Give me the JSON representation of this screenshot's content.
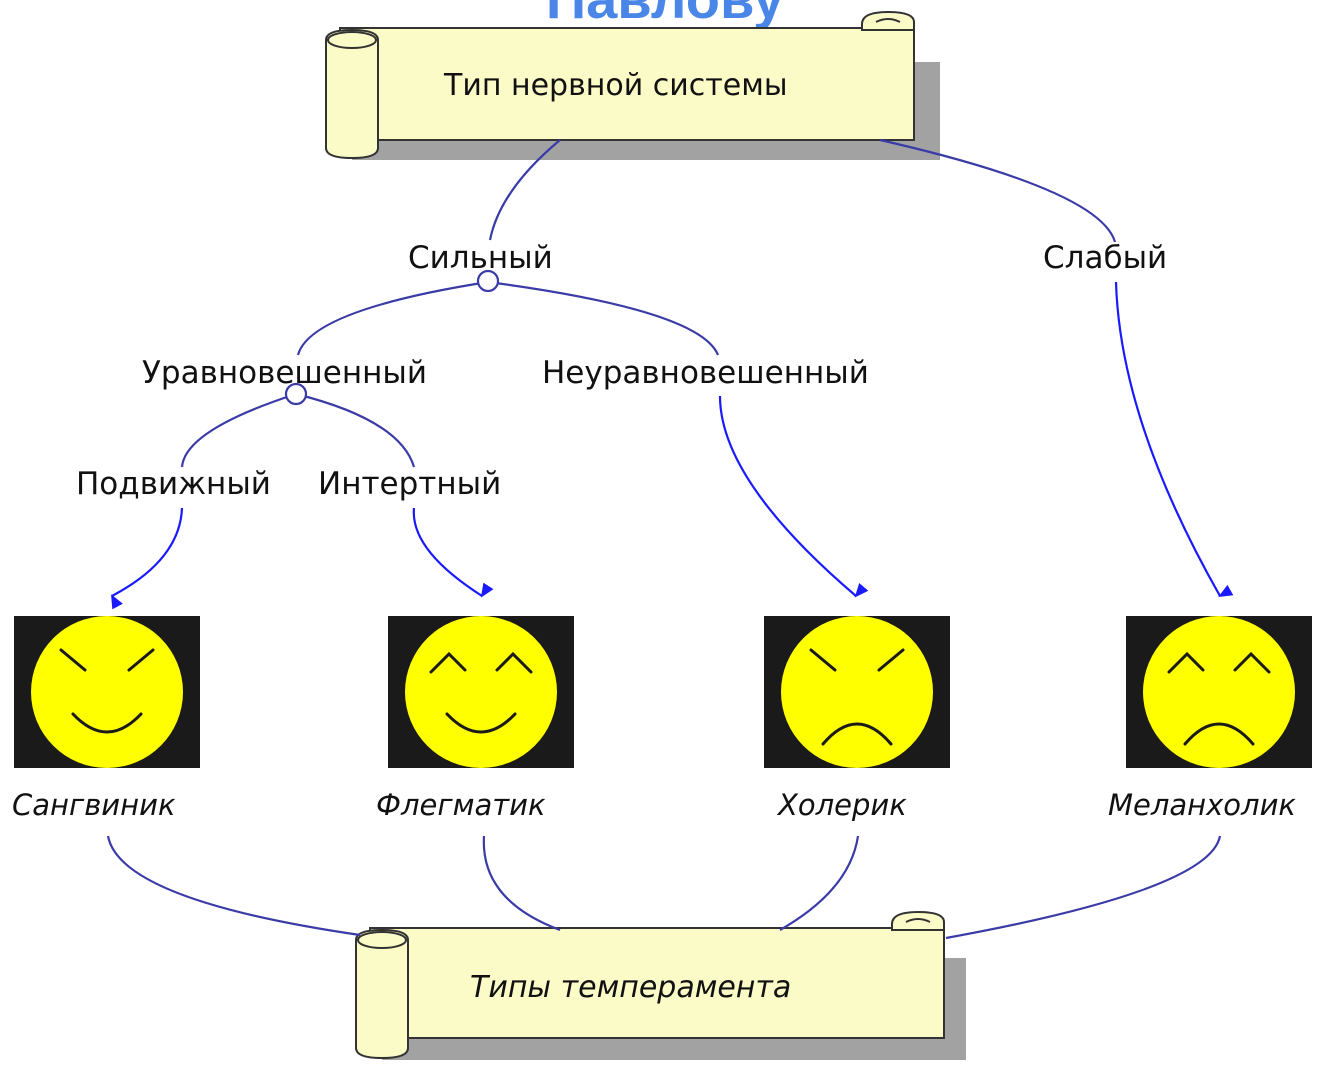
{
  "header": {
    "title_partial": "Павлову"
  },
  "top_scroll": {
    "text": "Тип нервной системы"
  },
  "bottom_scroll": {
    "text": "Типы темперамента"
  },
  "nodes": {
    "strong": "Сильный",
    "weak": "Слабый",
    "balanced": "Уравновешенный",
    "unbalanced": "Неуравновешенный",
    "mobile": "Подвижный",
    "inert": "Интертный"
  },
  "temperaments": [
    {
      "name": "Сангвиник",
      "mood": "smile",
      "brows": "angry"
    },
    {
      "name": "Флегматик",
      "mood": "smile",
      "brows": "raised"
    },
    {
      "name": "Холерик",
      "mood": "frown",
      "brows": "angry"
    },
    {
      "name": "Меланхолик",
      "mood": "frown",
      "brows": "raised"
    }
  ],
  "colors": {
    "title": "#4a86e8",
    "line": "#3b3ba8",
    "arrow": "#1a1aff",
    "scroll_fill": "#fbfbc8",
    "face": "#ffff00",
    "face_bg": "#1a1a1a"
  }
}
